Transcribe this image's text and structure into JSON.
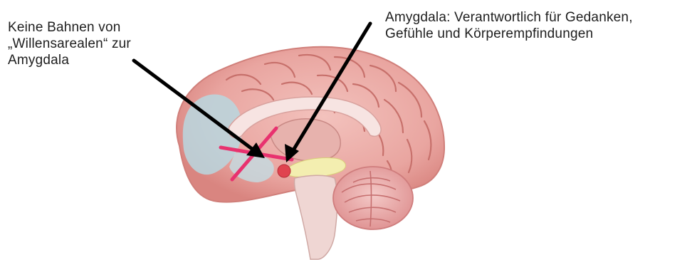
{
  "annotations": {
    "left": {
      "lines": [
        "Keine Bahnen von",
        "„Willensarealen“ zur",
        "Amygdala"
      ]
    },
    "right": {
      "lines": [
        "Amygdala: Verantwortlich für Gedanken,",
        "Gefühle und Körperempfindungen"
      ]
    }
  },
  "colors": {
    "brain_fill": "#e9a5a0",
    "brain_fold": "#c7706b",
    "frontal_highlight": "#b9d7df",
    "amygdala": "#e0434f",
    "pathway_yellow": "#f3eeb0",
    "blocked_cross": "#e8326f",
    "arrow": "#000000",
    "cerebellum": "#e6a3a3",
    "brainstem": "#efd6d3"
  }
}
